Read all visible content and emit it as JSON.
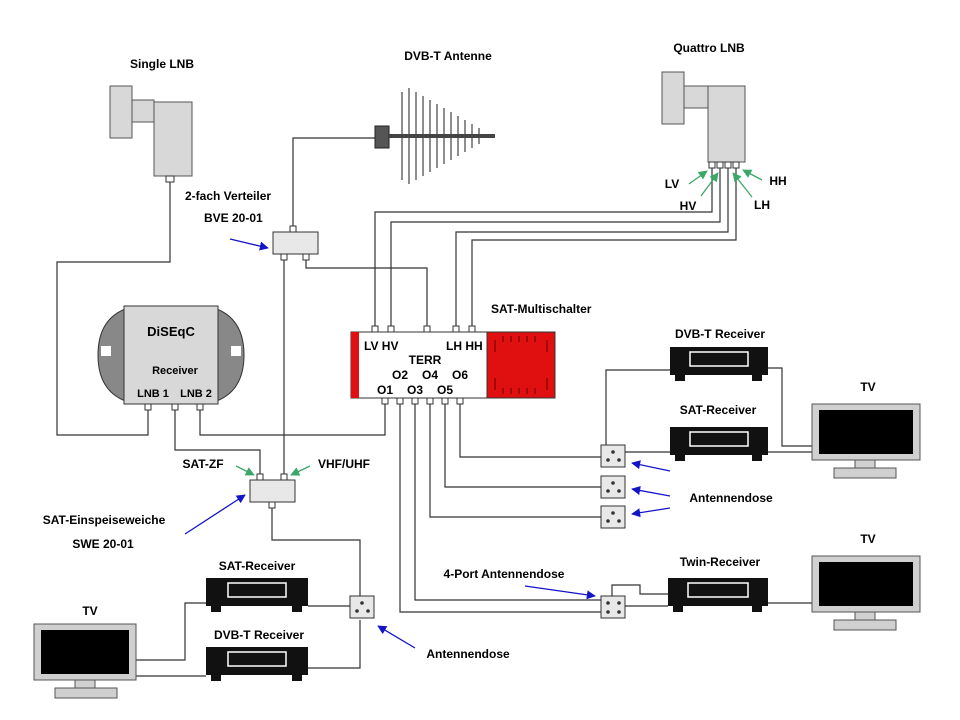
{
  "title": "",
  "labels": {
    "single_lnb": "Single LNB",
    "dvbt_antenne": "DVB-T Antenne",
    "quattro_lnb": "Quattro LNB",
    "verteiler_title": "2-fach Verteiler",
    "verteiler_model": "BVE 20-01",
    "diseqc": "DiSEqC",
    "receiver": "Receiver",
    "lnb1": "LNB 1",
    "lnb2": "LNB 2",
    "multischalter": "SAT-Multischalter",
    "ms_inputs_left": "LV HV",
    "ms_inputs_right": "LH HH",
    "ms_terr": "TERR",
    "ms_o2": "O2",
    "ms_o4": "O4",
    "ms_o6": "O6",
    "ms_o1": "O1",
    "ms_o3": "O3",
    "ms_o5": "O5",
    "lv": "LV",
    "hv": "HV",
    "hh": "HH",
    "lh": "LH",
    "dvbt_receiver_right": "DVB-T Receiver",
    "sat_receiver_right": "SAT-Receiver",
    "tv_right_top": "TV",
    "antennendose_right": "Antennendose",
    "sat_zf": "SAT-ZF",
    "vhf_uhf": "VHF/UHF",
    "einspeiseweiche_title": "SAT-Einspeiseweiche",
    "einspeiseweiche_model": "SWE 20-01",
    "sat_receiver_left": "SAT-Receiver",
    "dvbt_receiver_left": "DVB-T Receiver",
    "tv_left": "TV",
    "antennendose_left": "Antennendose",
    "port4_antennendose": "4-Port Antennendose",
    "twin_receiver": "Twin-Receiver",
    "tv_right_bottom": "TV"
  },
  "colors": {
    "multiswitch_red": "#e01010",
    "arrow_blue": "#1414c8",
    "arrow_green": "#3aa868",
    "device_dark": "#111111",
    "lnb_gray": "#d8d8d8"
  }
}
